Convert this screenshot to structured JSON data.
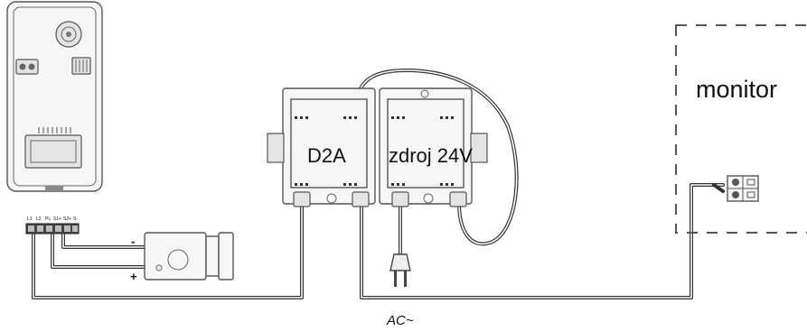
{
  "labels": {
    "module_a": "D2A",
    "module_b": "zdroj 24V",
    "monitor": "monitor",
    "ac": "AC~",
    "minus": "-",
    "plus": "+",
    "terminals": [
      "L1",
      "L2",
      "PL",
      "S1+",
      "S2+",
      "S-"
    ]
  },
  "colors": {
    "line": "#333333",
    "dash": "#555555",
    "device_fill": "#f6f6f6"
  },
  "icons": {
    "door_station": "outdoor-panel-icon",
    "lock": "electric-lock-icon",
    "d2a": "din-module-icon",
    "psu": "din-module-icon",
    "plug": "power-plug-icon",
    "monitor_terminal": "terminal-block-icon"
  }
}
